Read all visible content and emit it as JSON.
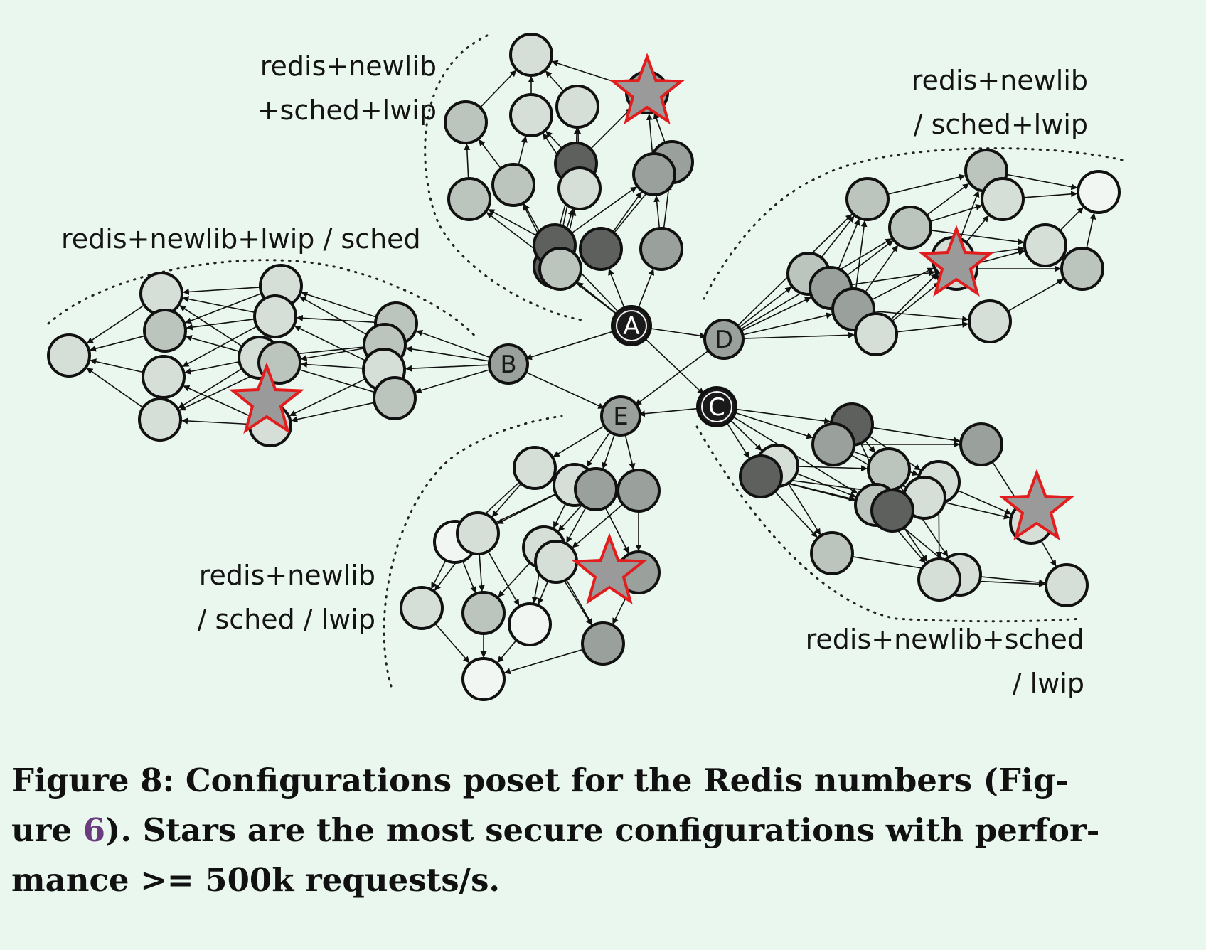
{
  "hub_nodes": {
    "A": {
      "label": "A"
    },
    "B": {
      "label": "B"
    },
    "C": {
      "label": "C"
    },
    "D": {
      "label": "D"
    },
    "E": {
      "label": "E"
    }
  },
  "cluster_labels": {
    "top": {
      "line1": "redis+newlib",
      "line2": "+sched+lwip"
    },
    "right_top": {
      "line1": "redis+newlib",
      "line2": "/ sched+lwip"
    },
    "left": {
      "line1": "redis+newlib+lwip / sched"
    },
    "bottom_left": {
      "line1": "redis+newlib",
      "line2": "/ sched / lwip"
    },
    "bottom_right": {
      "line1": "redis+newlib+sched",
      "line2": "/ lwip"
    }
  },
  "caption": {
    "line1": "Figure 8: Configurations poset for the Redis numbers (Fig-",
    "line2_pre": "ure ",
    "line2_ref": "6",
    "line2_post": "). Stars are the most secure configurations with perfor-",
    "line3": "mance >= 500k requests/s."
  },
  "colors": {
    "background": "#eaf7ef",
    "star_fill": "#9a9a9a",
    "star_stroke": "#e11d1d",
    "reference_link": "#6b3b7f"
  }
}
